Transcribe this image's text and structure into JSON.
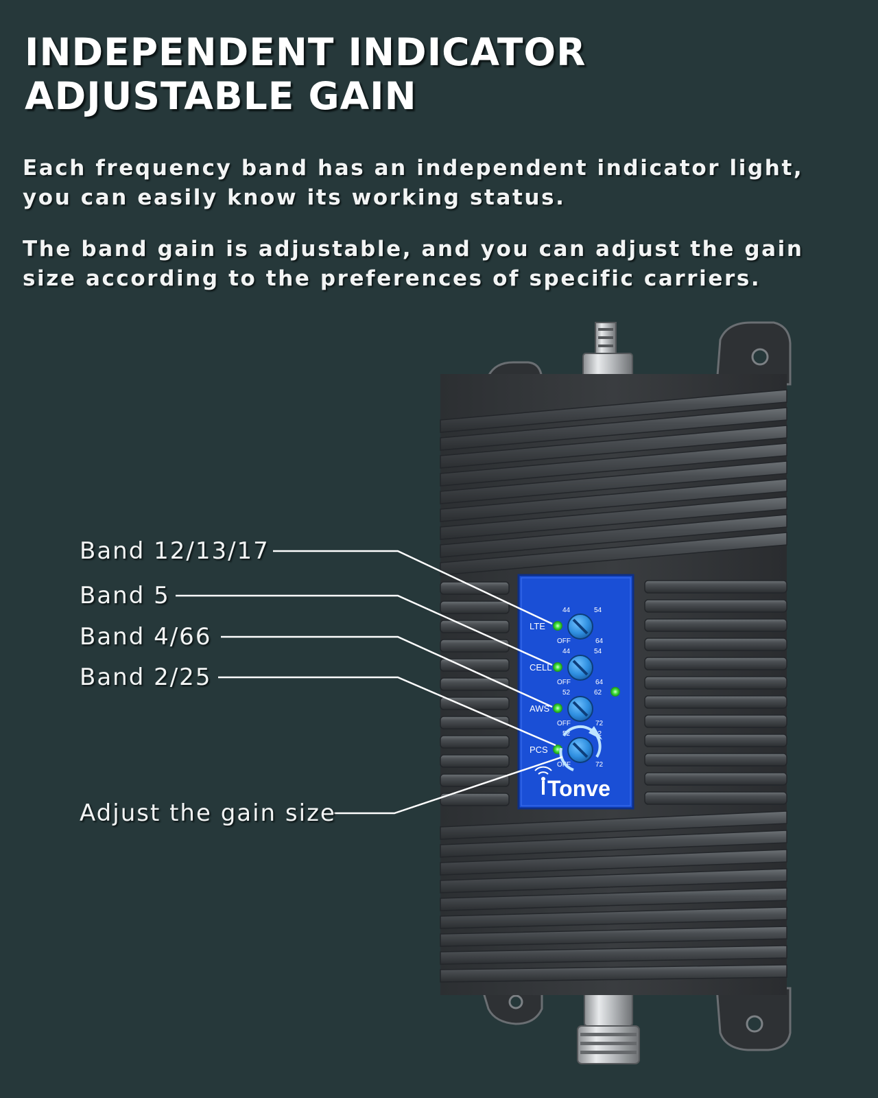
{
  "header": {
    "title_line1": "INDEPENDENT INDICATOR",
    "title_line2": "ADJUSTABLE GAIN"
  },
  "description": {
    "paragraph1_line1": "Each frequency band has an independent indicator light,",
    "paragraph1_line2": "you can easily know its working status.",
    "paragraph2_line1": "The band gain is adjustable, and you can adjust the gain",
    "paragraph2_line2": "size according to the preferences of specific carriers."
  },
  "callouts": {
    "band_12_13_17": "Band 12/13/17",
    "band_5": "Band 5",
    "band_4_66": "Band 4/66",
    "band_2_25": "Band 2/25",
    "adjust_gain": "Adjust the gain size"
  },
  "panel": {
    "brand": "Tonve",
    "bands": [
      {
        "label": "LTE",
        "min": "44",
        "mid": "54",
        "max": "64",
        "off": "OFF"
      },
      {
        "label": "CELL",
        "min": "44",
        "mid": "54",
        "max": "64",
        "off": "OFF"
      },
      {
        "label": "AWS",
        "min": "52",
        "mid": "62",
        "max": "72",
        "off": "OFF"
      },
      {
        "label": "PCS",
        "min": "52",
        "mid": "62",
        "max": "72",
        "off": "OFF"
      }
    ]
  },
  "colors": {
    "background": "#26383a",
    "device_body": "#3f4245",
    "panel_blue": "#1a4fd6",
    "indicator_green": "#3ee33a",
    "knob_blue": "#2f8fe0"
  },
  "icons": {
    "antenna": "antenna-icon",
    "rotate": "rotate-arrow-icon"
  }
}
